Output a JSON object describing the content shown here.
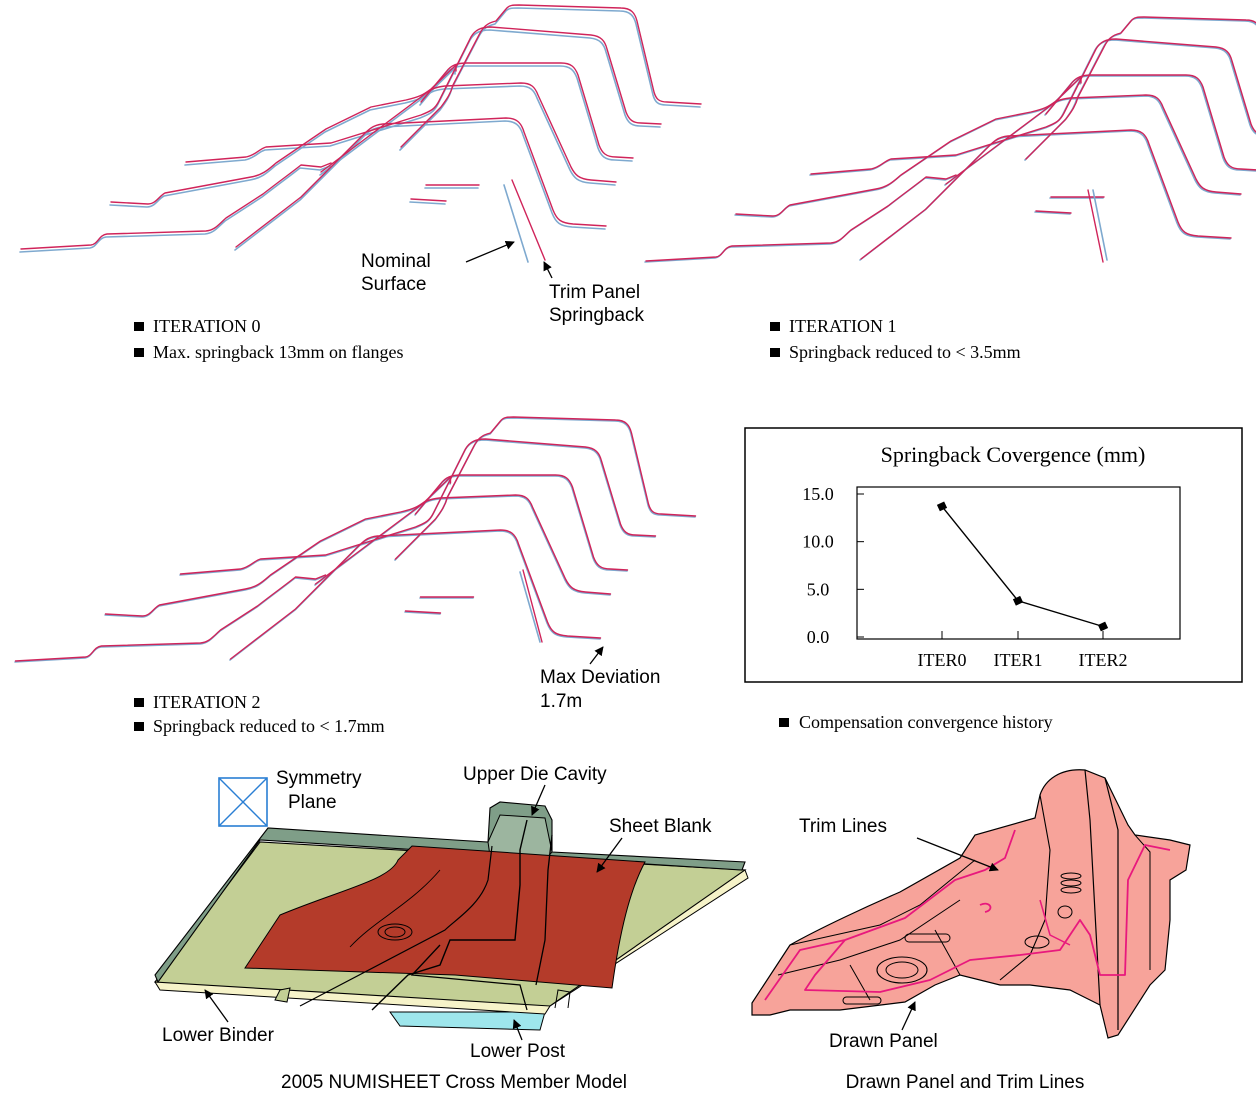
{
  "iterations": [
    {
      "title": "ITERATION 0",
      "desc": "Max. springback 13mm on flanges"
    },
    {
      "title": "ITERATION 1",
      "desc": "Springback reduced to < 3.5mm"
    },
    {
      "title": "ITERATION 2",
      "desc": "Springback reduced to < 1.7mm"
    }
  ],
  "annotations": {
    "nominal_line1": "Nominal",
    "nominal_line2": "Surface",
    "trim_line1": "Trim Panel",
    "trim_line2": "Springback",
    "maxdev_line1": "Max Deviation",
    "maxdev_line2": "1.7m"
  },
  "colors": {
    "nominal": "#7ea9cf",
    "springback": "#d0245a",
    "die": "#7f9e88",
    "blank": "#b43b2a",
    "binder": "#c3cf95",
    "panel": "#f7a39a",
    "trim": "#e8197d",
    "post": "#9ee6ec"
  },
  "chart_data": {
    "type": "line",
    "title": "Springback Covergence (mm)",
    "categories": [
      "ITER0",
      "ITER1",
      "ITER2"
    ],
    "values": [
      13.7,
      3.8,
      1.1
    ],
    "yticks": [
      "15.0",
      "10.0",
      "5.0",
      "0.0"
    ],
    "ylim": [
      0,
      15
    ],
    "grid": false
  },
  "chart_caption": "Compensation convergence history",
  "model_labels": {
    "symmetry_line1": "Symmetry",
    "symmetry_line2": "Plane",
    "upper_die": "Upper Die Cavity",
    "sheet_blank": "Sheet Blank",
    "lower_binder": "Lower Binder",
    "lower_post": "Lower Post",
    "caption": "2005 NUMISHEET Cross Member Model"
  },
  "panel_labels": {
    "trim_lines": "Trim Lines",
    "drawn_panel": "Drawn Panel",
    "caption": "Drawn Panel and Trim Lines"
  }
}
